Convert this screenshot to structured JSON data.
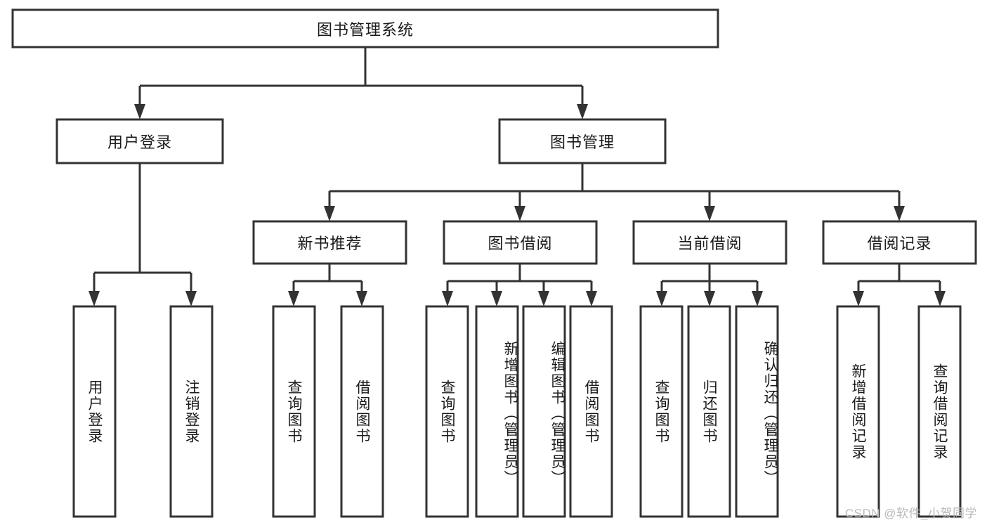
{
  "diagram": {
    "title": "图书管理系统",
    "type": "tree-hierarchy-diagram",
    "stroke_color": "#333333",
    "box_fill": "#ffffff",
    "text_color": "#1a1a1a",
    "background": "#ffffff",
    "levels": [
      {
        "level": 1,
        "nodes": [
          {
            "id": "root",
            "label": "图书管理系统",
            "orientation": "horizontal"
          }
        ]
      },
      {
        "level": 2,
        "nodes": [
          {
            "id": "l2-0",
            "label": "用户登录",
            "orientation": "horizontal"
          },
          {
            "id": "l2-1",
            "label": "图书管理",
            "orientation": "horizontal"
          }
        ]
      },
      {
        "level": 3,
        "nodes": [
          {
            "id": "l3-0",
            "label": "新书推荐",
            "orientation": "horizontal"
          },
          {
            "id": "l3-1",
            "label": "图书借阅",
            "orientation": "horizontal"
          },
          {
            "id": "l3-2",
            "label": "当前借阅",
            "orientation": "horizontal"
          },
          {
            "id": "l3-3",
            "label": "借阅记录",
            "orientation": "horizontal"
          }
        ]
      },
      {
        "level": 4,
        "nodes": [
          {
            "id": "l4-0",
            "label": "用户登录",
            "orientation": "vertical",
            "parent": "l2-0"
          },
          {
            "id": "l4-1",
            "label": "注销登录",
            "orientation": "vertical",
            "parent": "l2-0"
          },
          {
            "id": "l4-2",
            "label": "查询图书",
            "orientation": "vertical",
            "parent": "l3-0"
          },
          {
            "id": "l4-3",
            "label": "借阅图书",
            "orientation": "vertical",
            "parent": "l3-0"
          },
          {
            "id": "l4-4",
            "label": "查询图书",
            "orientation": "vertical",
            "parent": "l3-1"
          },
          {
            "id": "l4-5",
            "label": "新增图书（管理员）",
            "orientation": "vertical",
            "parent": "l3-1"
          },
          {
            "id": "l4-6",
            "label": "编辑图书（管理员）",
            "orientation": "vertical",
            "parent": "l3-1"
          },
          {
            "id": "l4-7",
            "label": "借阅图书",
            "orientation": "vertical",
            "parent": "l3-1"
          },
          {
            "id": "l4-8",
            "label": "查询图书",
            "orientation": "vertical",
            "parent": "l3-2"
          },
          {
            "id": "l4-9",
            "label": "归还图书",
            "orientation": "vertical",
            "parent": "l3-2"
          },
          {
            "id": "l4-10",
            "label": "确认归还（管理员）",
            "orientation": "vertical",
            "parent": "l3-2"
          },
          {
            "id": "l4-11",
            "label": "新增借阅记录",
            "orientation": "vertical",
            "parent": "l3-3"
          },
          {
            "id": "l4-12",
            "label": "查询借阅记录",
            "orientation": "vertical",
            "parent": "l3-3"
          }
        ]
      }
    ]
  },
  "watermark": {
    "text": "CSDN @软件_小贺同学"
  }
}
